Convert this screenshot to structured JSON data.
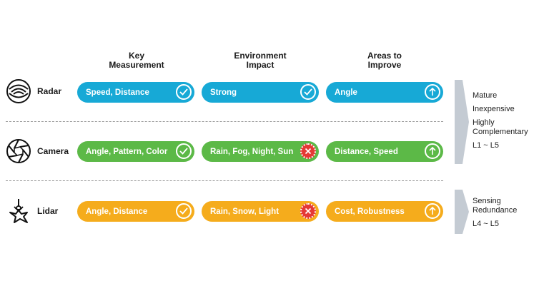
{
  "headers": {
    "key_measurement": [
      "Key",
      "Measurement"
    ],
    "environment_impact": [
      "Environment",
      "Impact"
    ],
    "areas_to_improve": [
      "Areas to",
      "Improve"
    ]
  },
  "rows": [
    {
      "label": "Radar",
      "icon": "radar-icon",
      "color": "#17a9d6",
      "key_measurement": "Speed, Distance",
      "environment_impact": "Strong",
      "environment_status": "check",
      "areas_to_improve": "Angle"
    },
    {
      "label": "Camera",
      "icon": "camera-aperture-icon",
      "color": "#5cb947",
      "key_measurement": "Angle, Pattern, Color",
      "environment_impact": "Rain, Fog, Night, Sun",
      "environment_status": "cross",
      "areas_to_improve": "Distance, Speed"
    },
    {
      "label": "Lidar",
      "icon": "lidar-icon",
      "color": "#f5ac1c",
      "key_measurement": "Angle, Distance",
      "environment_impact": "Rain, Snow, Light",
      "environment_status": "cross",
      "areas_to_improve": "Cost, Robustness"
    }
  ],
  "summary_radar_camera": {
    "line1": "Mature",
    "line2": "Inexpensive",
    "line3": "Highly Complementary",
    "line4": "L1 ~ L5"
  },
  "summary_lidar": {
    "line1": "Sensing Redundance",
    "line2": "L4 ~ L5"
  }
}
